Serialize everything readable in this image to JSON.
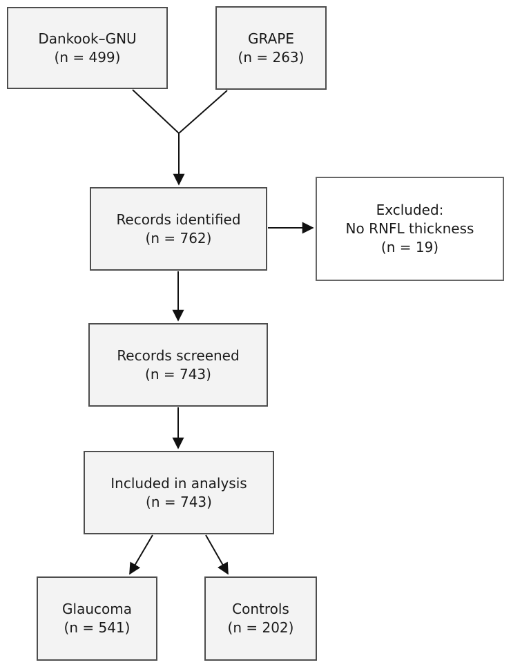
{
  "diagram": {
    "type": "flowchart",
    "boxes": {
      "dankook": {
        "line1": "Dankook–GNU",
        "line2": "(n = 499)"
      },
      "grape": {
        "line1": "GRAPE",
        "line2": "(n = 263)"
      },
      "identified": {
        "line1": "Records identified",
        "line2": "(n = 762)"
      },
      "excluded": {
        "line1": "Excluded:",
        "line2": "No RNFL thickness",
        "line3": "(n = 19)"
      },
      "screened": {
        "line1": "Records screened",
        "line2": "(n = 743)"
      },
      "included": {
        "line1": "Included in analysis",
        "line2": "(n = 743)"
      },
      "glaucoma": {
        "line1": "Glaucoma",
        "line2": "(n = 541)"
      },
      "controls": {
        "line1": "Controls",
        "line2": "(n = 202)"
      }
    },
    "connectors": [
      "dankook+grape -> identified",
      "identified -> excluded",
      "identified -> screened",
      "screened -> included",
      "included -> glaucoma",
      "included -> controls"
    ],
    "colors": {
      "box_fill": "#f3f3f3",
      "excluded_fill": "#ffffff",
      "box_border": "#4d4d4d",
      "connector": "#111111",
      "text": "#1a1a1a",
      "background": "#ffffff"
    }
  }
}
